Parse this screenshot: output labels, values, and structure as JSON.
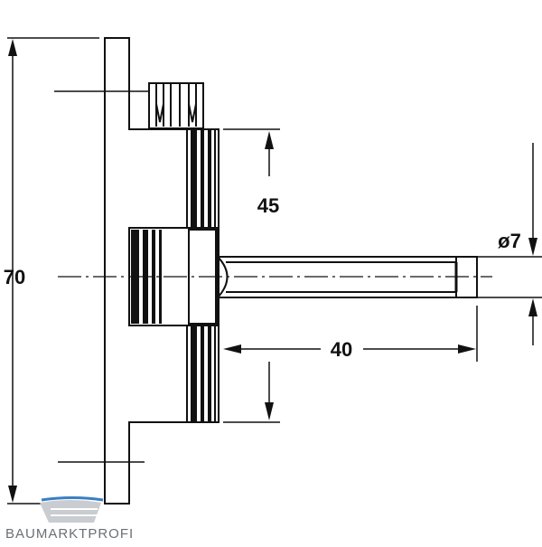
{
  "dimensions": {
    "height_overall": "70",
    "height_flange": "45",
    "pin_length": "40",
    "pin_diameter": "ø7"
  },
  "logo": {
    "text": "BAUMARKTPROFI"
  },
  "colors": {
    "line": "#111111",
    "logo": "#6b6f73",
    "logo_accent": "#3a7fc4"
  }
}
